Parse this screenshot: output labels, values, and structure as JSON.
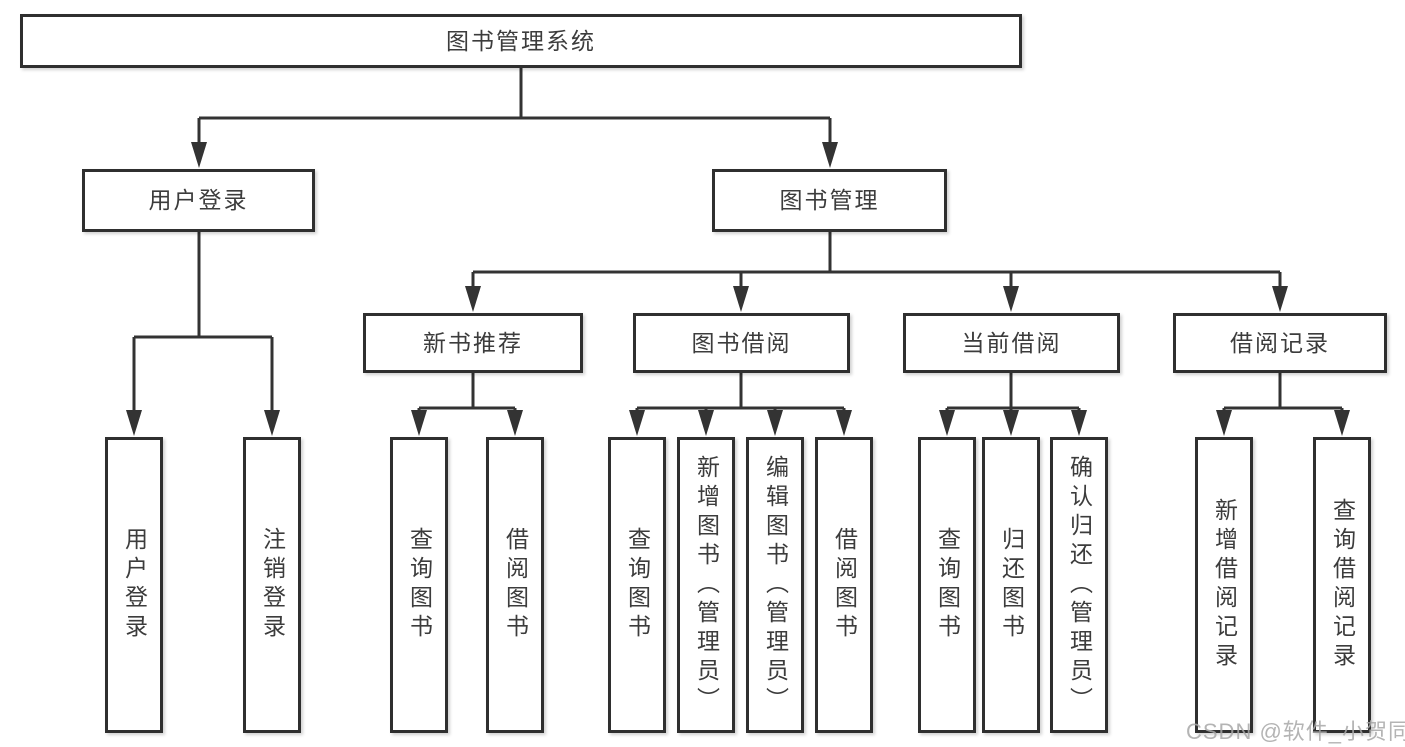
{
  "tree": {
    "root": {
      "label": "图书管理系统",
      "children": [
        {
          "label": "用户登录",
          "children": [
            {
              "label": "用户登录"
            },
            {
              "label": "注销登录"
            }
          ]
        },
        {
          "label": "图书管理",
          "children": [
            {
              "label": "新书推荐",
              "children": [
                {
                  "label": "查询图书"
                },
                {
                  "label": "借阅图书"
                }
              ]
            },
            {
              "label": "图书借阅",
              "children": [
                {
                  "label": "查询图书"
                },
                {
                  "label": "新增图书（管理员）"
                },
                {
                  "label": "编辑图书（管理员）"
                },
                {
                  "label": "借阅图书"
                }
              ]
            },
            {
              "label": "当前借阅",
              "children": [
                {
                  "label": "查询图书"
                },
                {
                  "label": "归还图书"
                },
                {
                  "label": "确认归还（管理员）"
                }
              ]
            },
            {
              "label": "借阅记录",
              "children": [
                {
                  "label": "新增借阅记录"
                },
                {
                  "label": "查询借阅记录"
                }
              ]
            }
          ]
        }
      ]
    }
  },
  "watermark": "CSDN @软件_小贺同学",
  "colors": {
    "line": "#333333",
    "box_border": "#2f2f2f",
    "text": "#3c3c3c",
    "watermark": "#a8a8a8",
    "background": "#ffffff"
  }
}
